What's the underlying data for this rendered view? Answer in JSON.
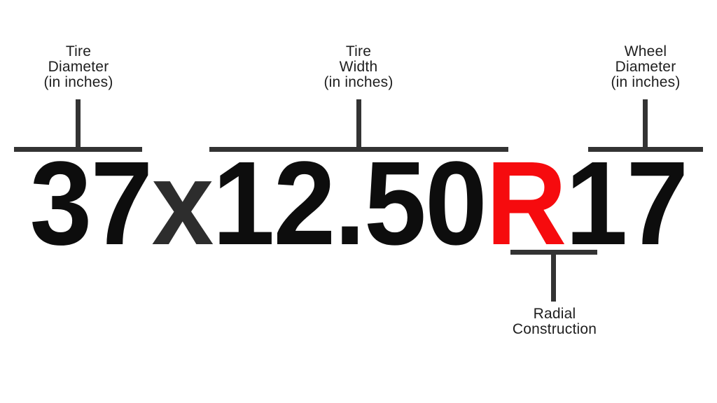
{
  "colors": {
    "background": "#ffffff",
    "text_black": "#0d0d0d",
    "x_gray": "#2d2d2d",
    "radial_red": "#f60b0e",
    "line_gray": "#333333",
    "label_text": "#1e1e1e"
  },
  "tire_size": {
    "full": "37x12.50R17",
    "parts": [
      {
        "text": "37",
        "color": "black"
      },
      {
        "text": "x",
        "color": "gray"
      },
      {
        "text": "12.50",
        "color": "black"
      },
      {
        "text": "R",
        "color": "red"
      },
      {
        "text": "17",
        "color": "black"
      }
    ]
  },
  "callouts": {
    "tire_diameter": {
      "lines": [
        "Tire",
        "Diameter",
        "(in inches)"
      ]
    },
    "tire_width": {
      "lines": [
        "Tire",
        "Width",
        "(in inches)"
      ]
    },
    "wheel_diameter": {
      "lines": [
        "Wheel",
        "Diameter",
        "(in inches)"
      ]
    },
    "radial": {
      "lines": [
        "Radial",
        "Construction"
      ]
    }
  }
}
